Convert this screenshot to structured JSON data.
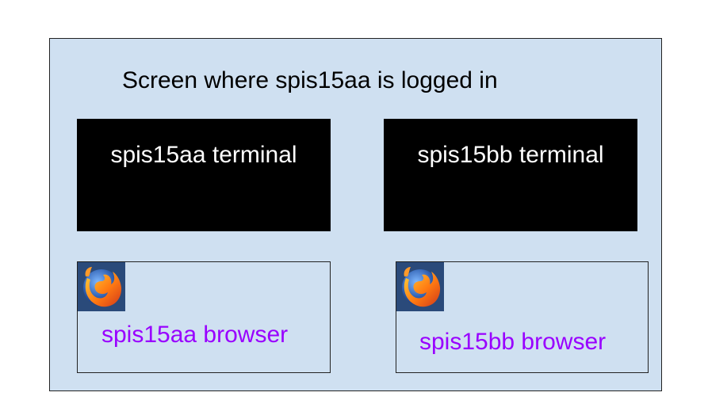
{
  "screen": {
    "title": "Screen where spis15aa is logged in"
  },
  "terminals": [
    {
      "label": "spis15aa terminal"
    },
    {
      "label": "spis15bb terminal"
    }
  ],
  "browsers": [
    {
      "label": "spis15aa browser",
      "icon": "firefox-icon"
    },
    {
      "label": "spis15bb browser",
      "icon": "firefox-icon"
    }
  ],
  "colors": {
    "screen_bg": "#cfe0f1",
    "terminal_bg": "#000000",
    "terminal_text": "#ffffff",
    "browser_text": "#9900ff",
    "border": "#222222"
  }
}
